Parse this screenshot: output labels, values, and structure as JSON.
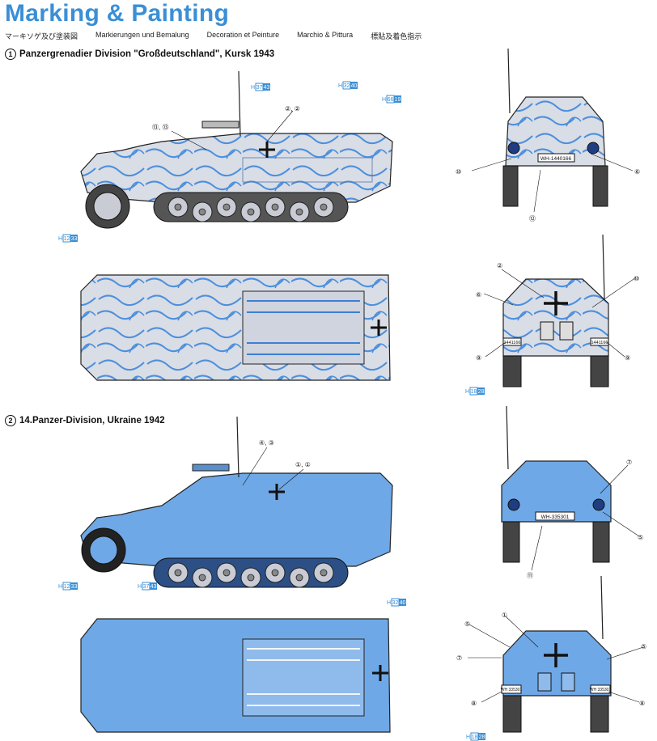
{
  "header": {
    "title": "Marking & Painting",
    "subtitles": [
      "マーキソゲ及び塗装図",
      "Markierungen und Bemalung",
      "Decoration et Peinture",
      "Marchio & Pittura",
      "標貼及着色指示"
    ]
  },
  "schemes": [
    {
      "number": "1",
      "title": "Panzergrenadier Division \"Großdeutschland\", Kursk 1943",
      "paints": [
        {
          "prefix": "H",
          "code1": "37",
          "code2": "43"
        },
        {
          "prefix": "H",
          "code1": "32",
          "code2": "40"
        },
        {
          "prefix": "H",
          "code1": "66",
          "code2": "19"
        },
        {
          "prefix": "H",
          "code1": "12",
          "code2": "33"
        },
        {
          "prefix": "H",
          "code1": "18",
          "code2": "28"
        }
      ],
      "callouts_side": [
        "⑬, ⑬",
        "②, ②"
      ],
      "callouts_front": [
        "⑩",
        "⑥",
        "⑫"
      ],
      "callouts_rear": [
        "②",
        "⑥",
        "⑩",
        "⑨",
        "⑨"
      ],
      "plate_front": "WH-1440166",
      "plate_rear": "1441166"
    },
    {
      "number": "2",
      "title": "14.Panzer-Division, Ukraine 1942",
      "paints": [
        {
          "prefix": "H",
          "code1": "12",
          "code2": "33"
        },
        {
          "prefix": "H",
          "code1": "37",
          "code2": "43"
        },
        {
          "prefix": "H",
          "code1": "32",
          "code2": "40"
        },
        {
          "prefix": "H",
          "code1": "18",
          "code2": "28"
        }
      ],
      "callouts_side": [
        "④, ③",
        "①, ①"
      ],
      "callouts_front": [
        "⑦",
        "⑤",
        "⑪"
      ],
      "callouts_rear": [
        "⑤",
        "①",
        "⑤",
        "⑦",
        "⑧",
        "⑧"
      ],
      "plate_front": "WH-335301",
      "plate_rear_left": "WH 335301",
      "plate_rear_right": "WH 335301"
    }
  ]
}
